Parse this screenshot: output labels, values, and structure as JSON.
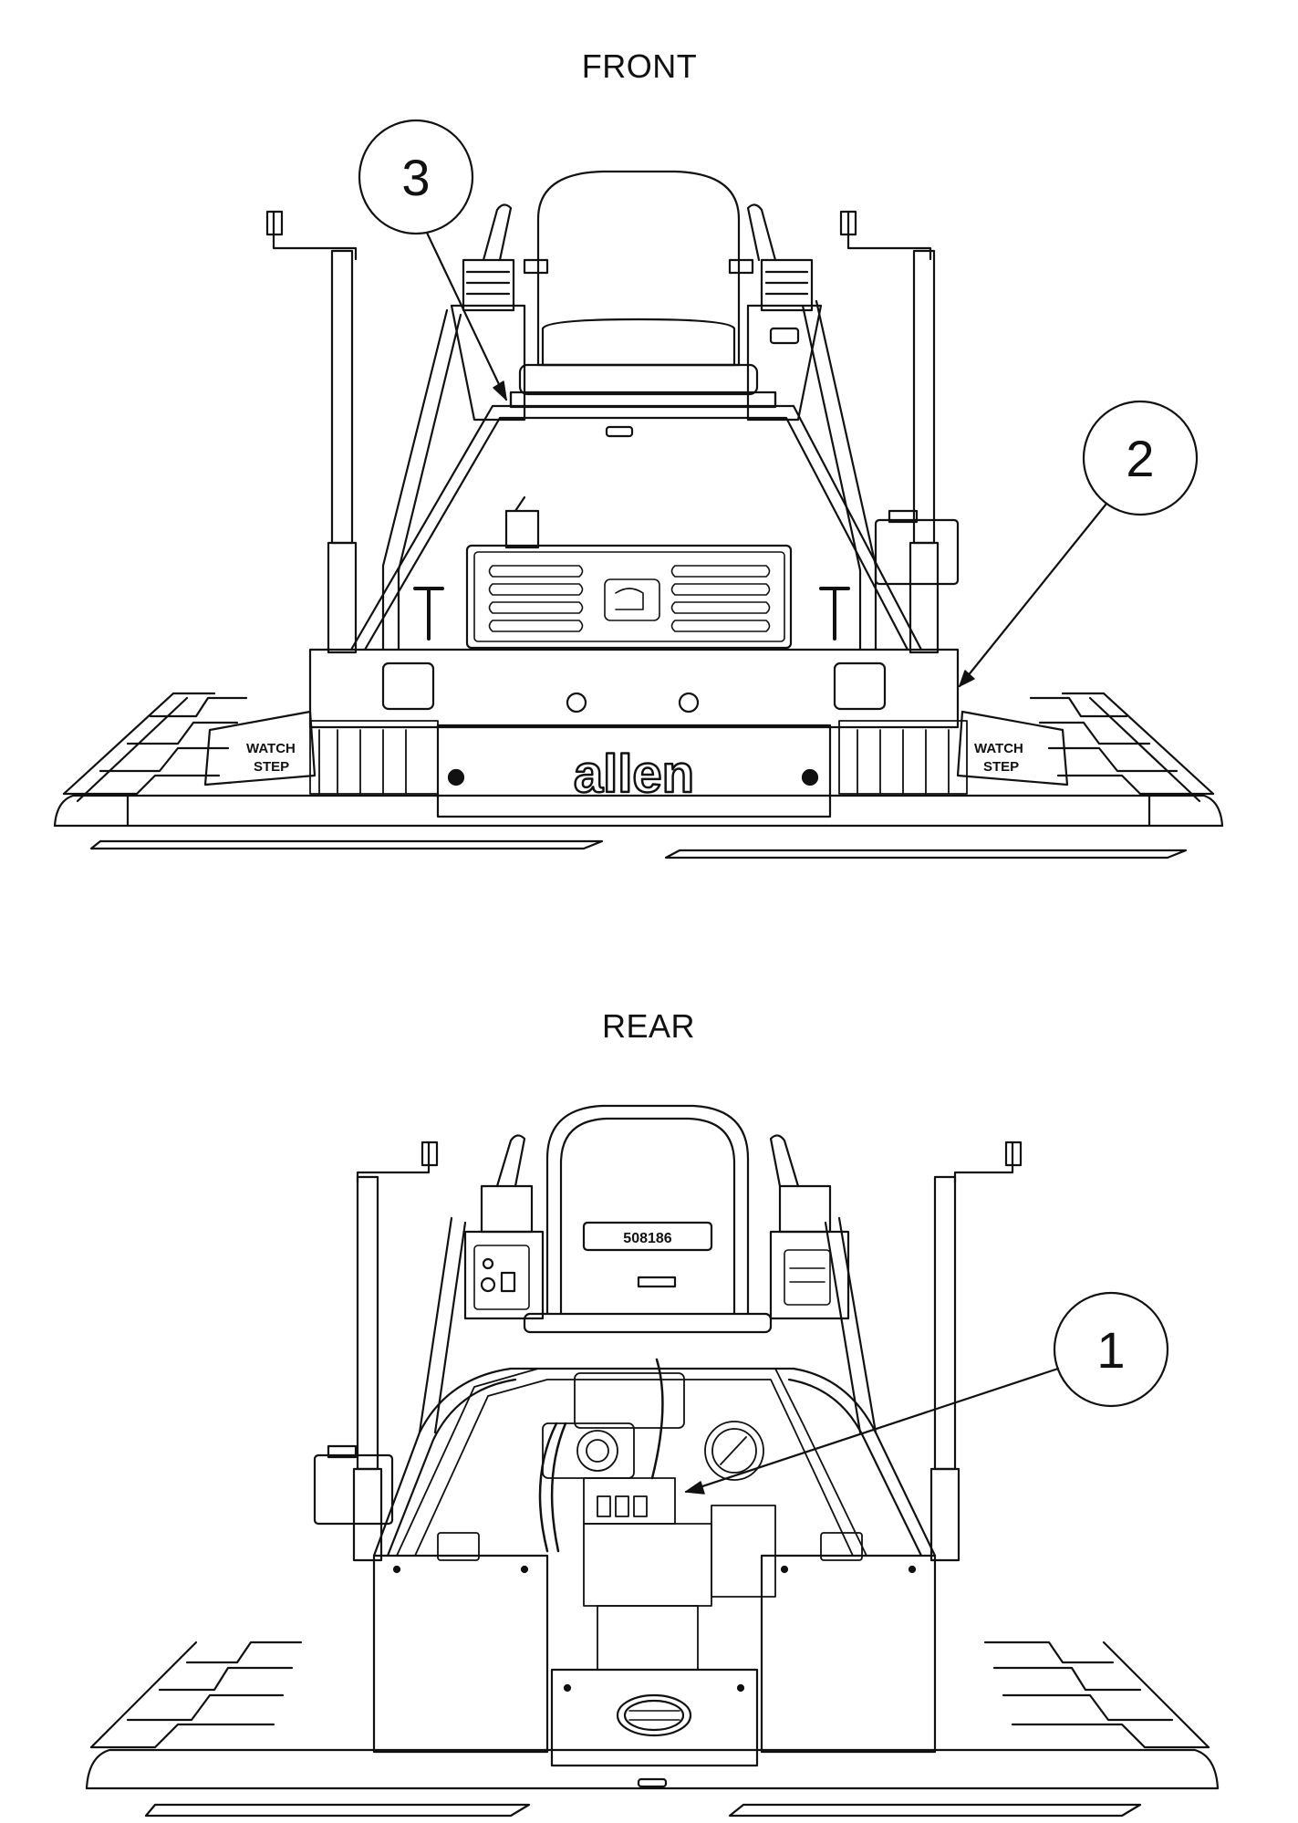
{
  "views": {
    "front": {
      "title": "FRONT"
    },
    "rear": {
      "title": "REAR"
    }
  },
  "callouts": [
    {
      "number": "1"
    },
    {
      "number": "2"
    },
    {
      "number": "3"
    }
  ],
  "decals": {
    "watch_step_line1": "WATCH",
    "watch_step_line2": "STEP",
    "brand_logo": "allen",
    "seat_part_number": "508186"
  }
}
